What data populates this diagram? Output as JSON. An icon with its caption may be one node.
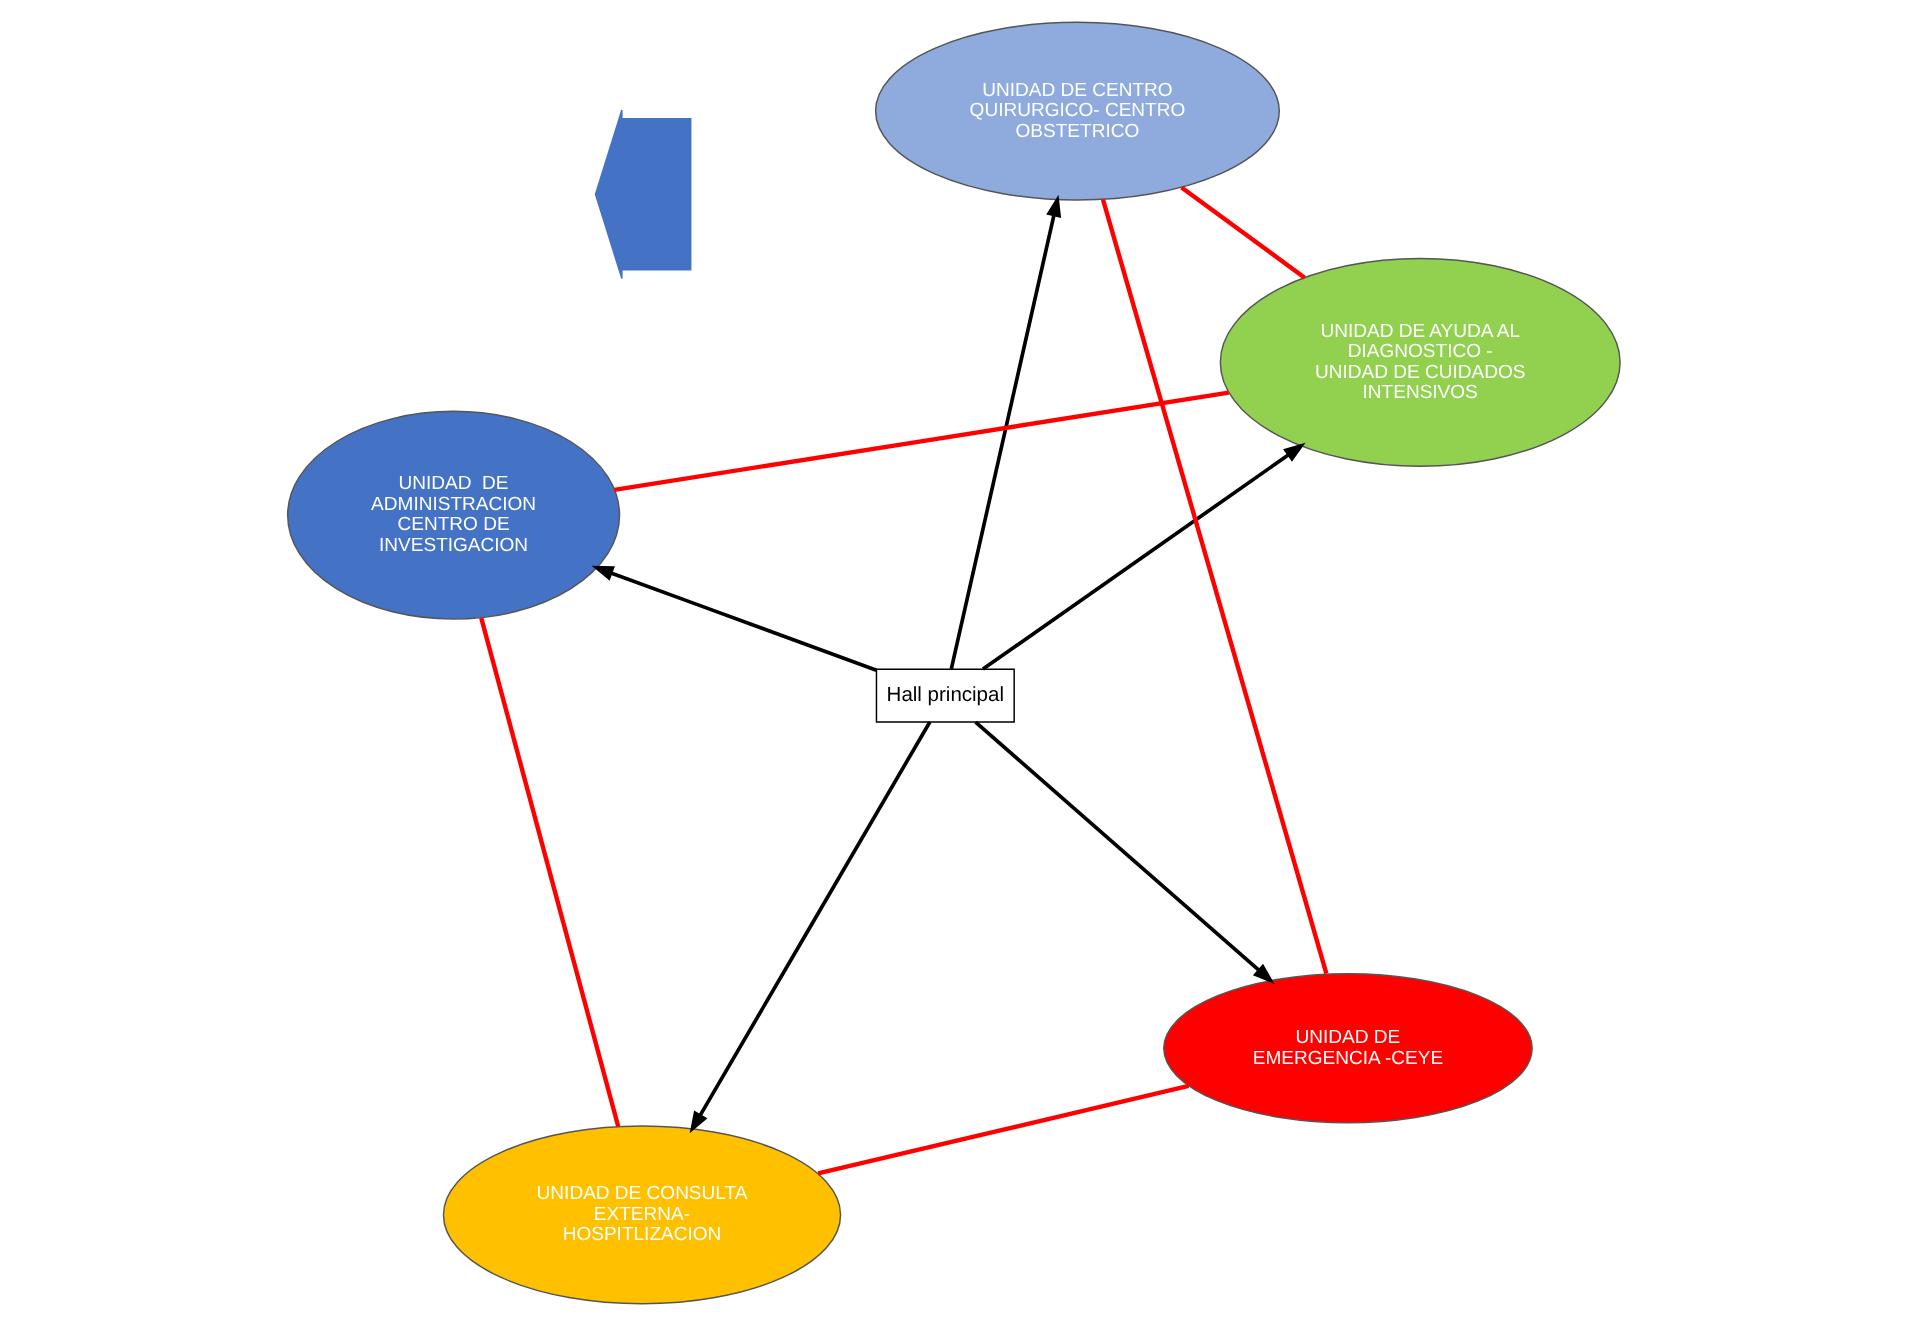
{
  "diagram": {
    "nodes": [
      {
        "text": [
          "Hall principal"
        ]
      },
      {
        "text": [
          "UNIDAD DE EMERGENCIA -CEYE"
        ]
      },
      {
        "text": [
          "UNIDAD DE CONSULTA EXTERNA- HOSPITLIZACION"
        ]
      },
      {
        "text": [
          "UNIDAD  DE ADMINISTRACION CENTRO DE INVESTIGACION"
        ]
      },
      {
        "text": [
          "UNIDAD DE AYUDA AL DIAGNOSTICO - UNIDAD DE CUIDADOS INTENSIVOS"
        ]
      },
      {
        "text": [
          "UNIDAD DE CENTRO QUIRURGICO- CENTRO OBSTETRICO"
        ]
      },
      {
        "text": [],
        "shape": "arrow"
      }
    ],
    "edges": [
      {
        "from": 0,
        "to": 1,
        "arrow": "to"
      },
      {
        "from": 0,
        "to": 2,
        "arrow": "to"
      },
      {
        "from": 0,
        "to": 3,
        "arrow": "to"
      },
      {
        "from": 0,
        "to": 4,
        "arrow": "to"
      },
      {
        "from": 0,
        "to": 5,
        "arrow": "to"
      },
      {
        "from": 1,
        "to": 2,
        "arrow": "none",
        "color": "#ff0000"
      },
      {
        "from": 2,
        "to": 3,
        "arrow": "none",
        "color": "#ff0000"
      },
      {
        "from": 3,
        "to": 4,
        "arrow": "none",
        "color": "#ff0000"
      },
      {
        "from": 4,
        "to": 5,
        "arrow": "none",
        "color": "#ff0000"
      },
      {
        "from": 5,
        "to": 1,
        "arrow": "none",
        "color": "#ff0000"
      }
    ]
  }
}
